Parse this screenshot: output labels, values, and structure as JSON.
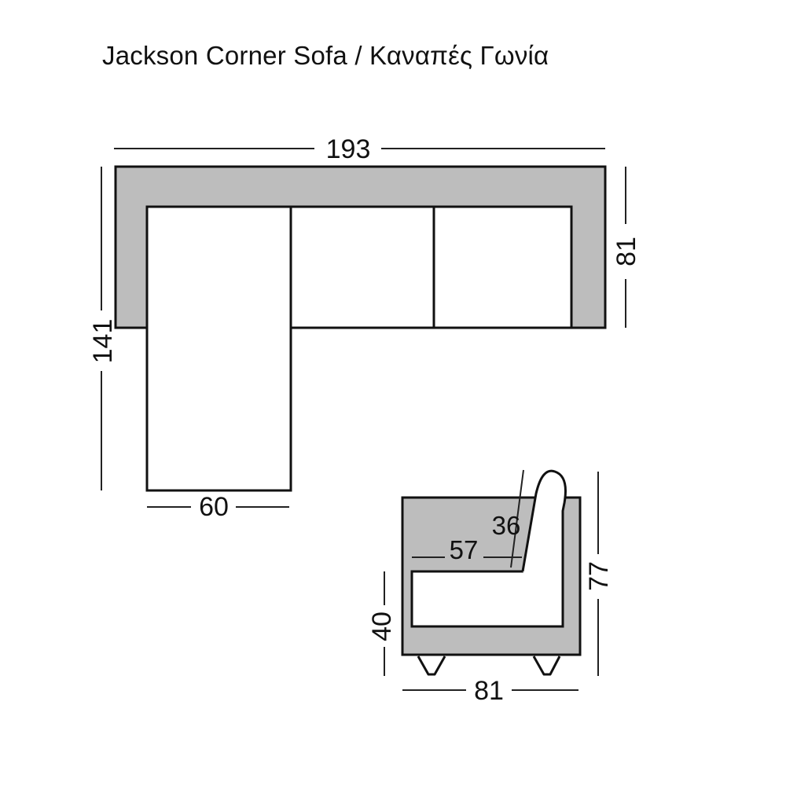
{
  "title": "Jackson Corner Sofa / Καναπές Γωνία",
  "colors": {
    "frame": "#bdbdbd",
    "seat": "#ffffff",
    "outline": "#111111",
    "dimension_line": "#222222"
  },
  "top_view": {
    "total_width": "193",
    "depth": "81",
    "chaise_length": "141",
    "chaise_width": "60",
    "seat_cushions": 3
  },
  "side_view": {
    "total_depth": "81",
    "total_height": "77",
    "seat_height": "40",
    "seat_depth": "57",
    "backrest_height": "36",
    "legs": 2
  }
}
